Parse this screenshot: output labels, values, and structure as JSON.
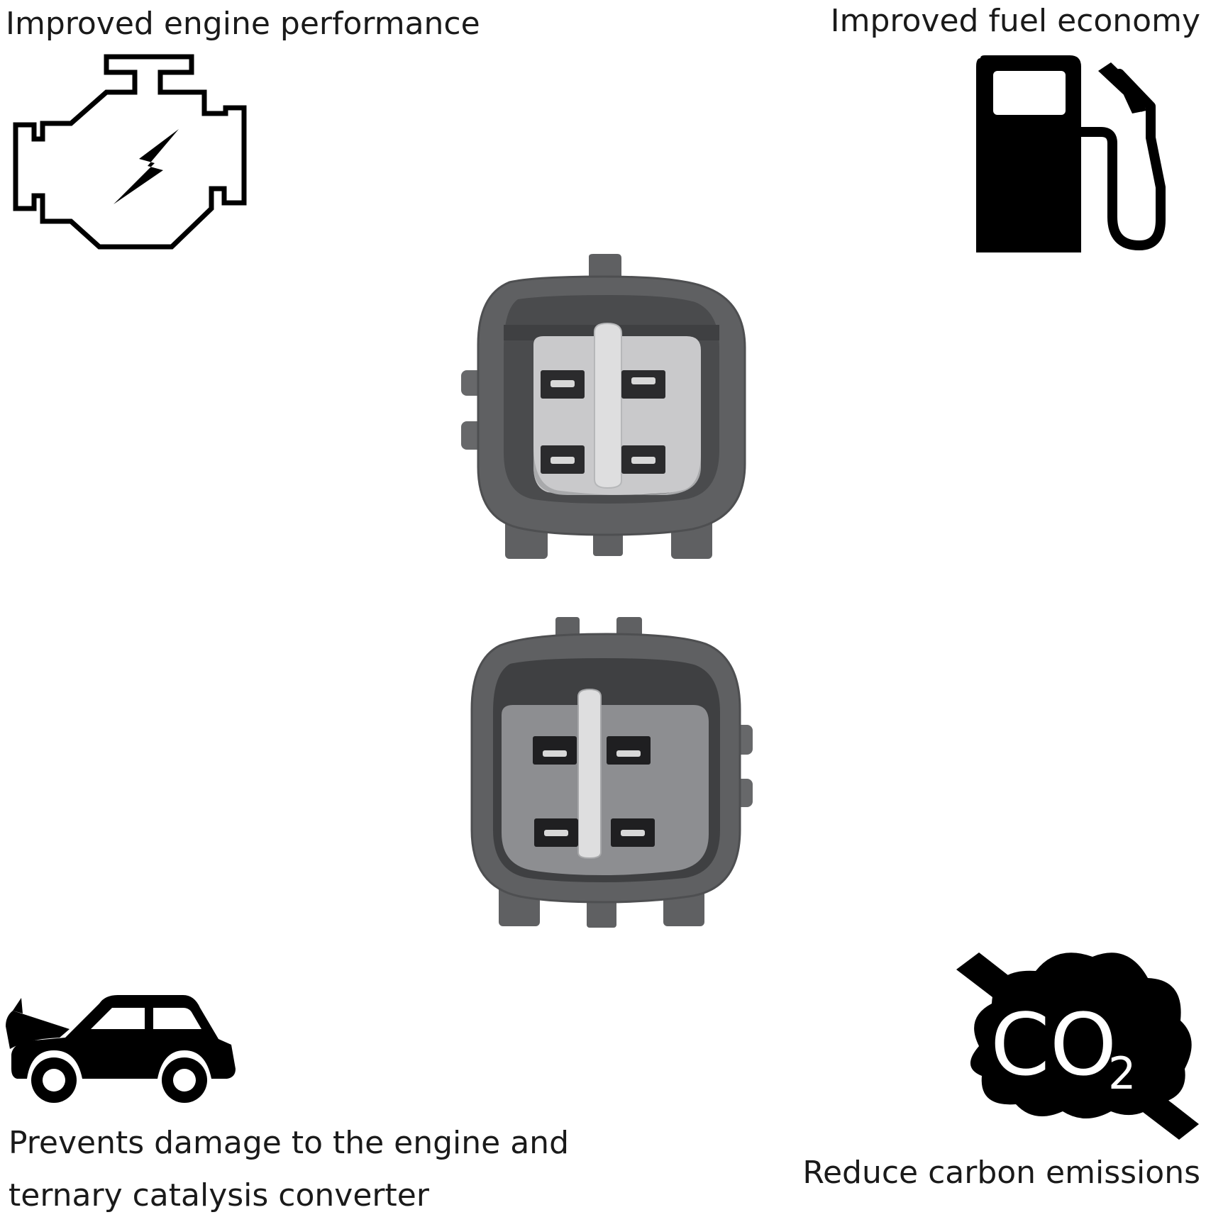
{
  "features": {
    "engine_performance": "Improved engine performance",
    "fuel_economy": "Improved fuel economy",
    "prevents_damage_line1": "Prevents damage to the engine and",
    "prevents_damage_line2": "ternary catalysis converter",
    "reduce_carbon": "Reduce carbon emissions"
  },
  "co2_label": "CO",
  "co2_subscript": "2",
  "icons": {
    "engine": "engine-check-icon",
    "fuel": "fuel-pump-icon",
    "car": "car-open-hood-icon",
    "co2": "co2-cloud-crossed-icon"
  },
  "colors": {
    "text": "#1a1a1a",
    "icon": "#000000",
    "connector_housing": "#5f6062",
    "connector_insert": "#c9c9cb",
    "connector_insert_dark": "#8d8e91"
  }
}
